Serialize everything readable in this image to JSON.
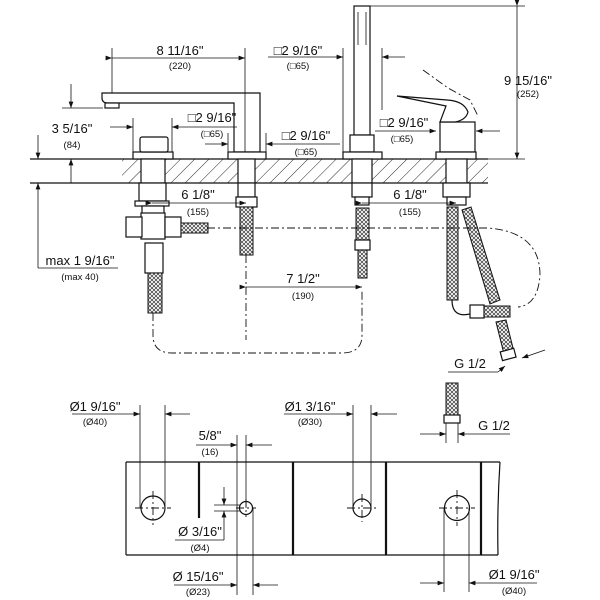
{
  "side_view": {
    "spout_reach": {
      "imperial": "8 11/16\"",
      "metric": "(220)"
    },
    "handshower_width": {
      "imperial": "□2 9/16\"",
      "metric": "(□65)"
    },
    "total_height": {
      "imperial": "9 15/16\"",
      "metric": "(252)"
    },
    "spout_height": {
      "imperial": "3 5/16\"",
      "metric": "(84)"
    },
    "diverter_width": {
      "imperial": "□2 9/16\"",
      "metric": "(□65)"
    },
    "spout_base_width": {
      "imperial": "□2 9/16\"",
      "metric": "(□65)"
    },
    "mixer_width": {
      "imperial": "□2 9/16\"",
      "metric": "(□65)"
    },
    "spacing_left": {
      "imperial": "6 1/8\"",
      "metric": "(155)"
    },
    "spacing_right": {
      "imperial": "6 1/8\"",
      "metric": "(155)"
    },
    "deck_thickness": {
      "imperial": "max 1 9/16\"",
      "metric": "(max 40)"
    },
    "spacing_center": {
      "imperial": "7 1/2\"",
      "metric": "(190)"
    },
    "connection_thread": "G 1/2"
  },
  "top_view": {
    "hole_left": {
      "imperial": "Ø1 9/16\"",
      "metric": "(Ø40)"
    },
    "hole_center": {
      "imperial": "Ø1 3/16\"",
      "metric": "(Ø30)"
    },
    "offset": {
      "imperial": "5/8\"",
      "metric": "(16)"
    },
    "thread": "G 1/2",
    "pin_hole": {
      "imperial": "Ø 3/16\"",
      "metric": "(Ø4)"
    },
    "hole_small": {
      "imperial": "Ø 15/16\"",
      "metric": "(Ø23)"
    },
    "hole_right": {
      "imperial": "Ø1 9/16\"",
      "metric": "(Ø40)"
    }
  }
}
